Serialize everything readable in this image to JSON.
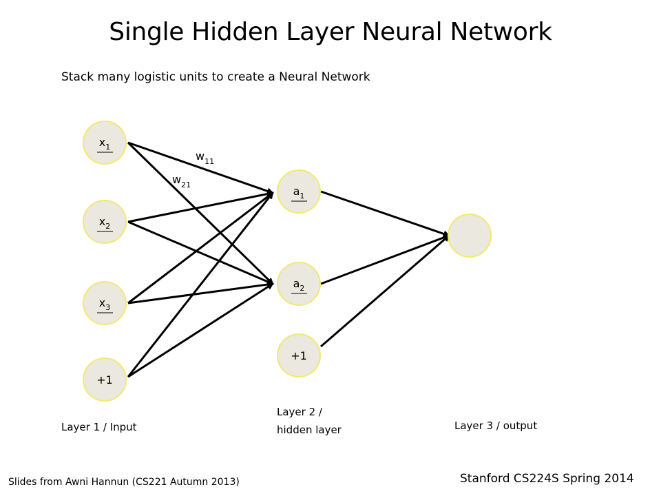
{
  "slide": {
    "title": "Single Hidden Layer Neural Network",
    "subtitle": "Stack many logistic units to create a Neural Network",
    "credit": "Slides from Awni Hannun (CS221 Autumn 2013)",
    "course": "Stanford CS224S Spring 2014"
  },
  "nodes": {
    "x1": {
      "base": "x",
      "sub": "1"
    },
    "x2": {
      "base": "x",
      "sub": "2"
    },
    "x3": {
      "base": "x",
      "sub": "3"
    },
    "bias1": {
      "base": "+1",
      "sub": ""
    },
    "a1": {
      "base": "a",
      "sub": "1"
    },
    "a2": {
      "base": "a",
      "sub": "2"
    },
    "bias2": {
      "base": "+1",
      "sub": ""
    },
    "output": {
      "base": "",
      "sub": ""
    }
  },
  "weights": {
    "w11": {
      "base": "w",
      "sub": "11"
    },
    "w21": {
      "base": "w",
      "sub": "21"
    }
  },
  "layers": {
    "layer1": "Layer 1 / Input",
    "layer2_line1": "Layer 2 /",
    "layer2_line2": "hidden layer",
    "layer3": "Layer 3 / output"
  },
  "colors": {
    "node_fill": "#ebe8e0",
    "node_stroke": "#f2e970",
    "edge": "#000000"
  }
}
